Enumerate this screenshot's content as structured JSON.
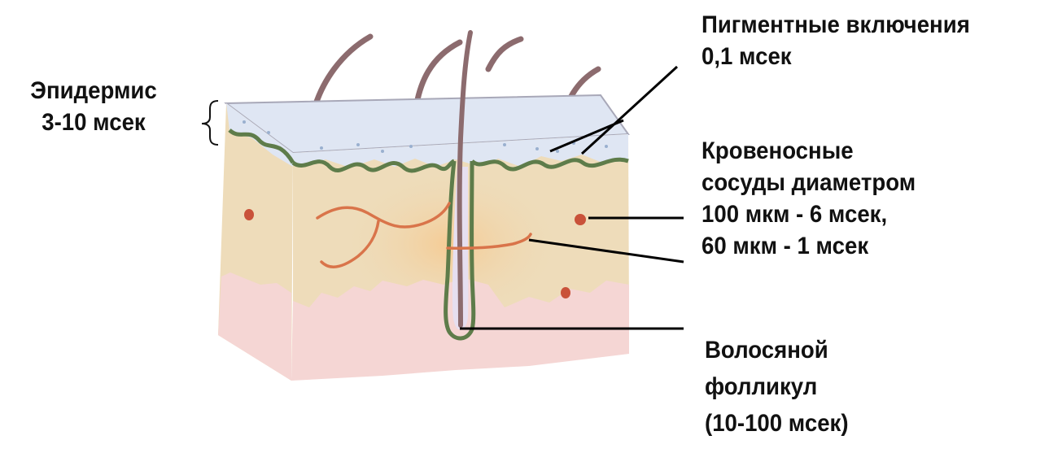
{
  "labels": {
    "epidermis": {
      "lines": [
        "Эпидермис",
        "3-10 мсек"
      ]
    },
    "pigment": {
      "lines": [
        "Пигментные включения",
        "0,1 мсек"
      ]
    },
    "vessels": {
      "lines": [
        "Кровеносные",
        "сосуды диаметром",
        "100 мкм - 6 мсек,",
        "60 мкм - 1 мсек"
      ]
    },
    "follicle": {
      "lines": [
        "Волосяной",
        "фолликул",
        "(10-100 мсек)"
      ]
    }
  },
  "colors": {
    "text": "#111111",
    "epidermis_fill": "#dfe6f3",
    "dermis_fill": "#eedcba",
    "hypodermis_fill": "#f5d6d4",
    "membrane": "#5e7c4a",
    "hair": "#8c6b6e",
    "vessel": "#d9744a",
    "dot": "#c9523a",
    "leader": "#000000"
  }
}
